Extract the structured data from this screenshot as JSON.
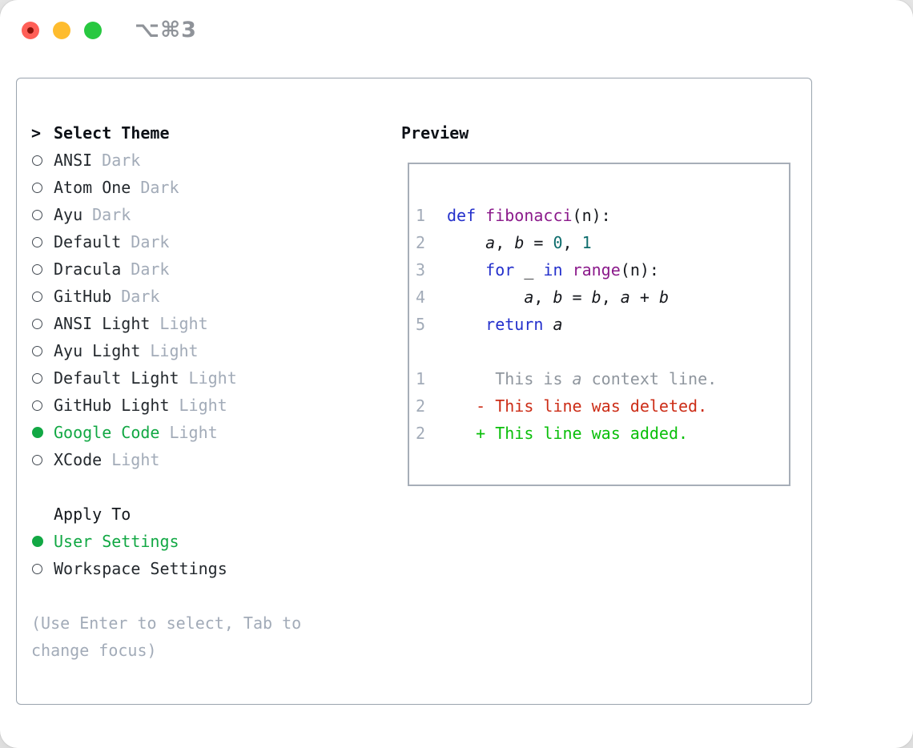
{
  "window": {
    "shortcut_label": "⌥⌘3",
    "traffic_lights": [
      "close",
      "minimize",
      "zoom"
    ]
  },
  "theme_panel": {
    "title_prefix": ">",
    "title": "Select Theme",
    "themes": [
      {
        "name": "ANSI",
        "variant": "Dark",
        "selected": false
      },
      {
        "name": "Atom One",
        "variant": "Dark",
        "selected": false
      },
      {
        "name": "Ayu",
        "variant": "Dark",
        "selected": false
      },
      {
        "name": "Default",
        "variant": "Dark",
        "selected": false
      },
      {
        "name": "Dracula",
        "variant": "Dark",
        "selected": false
      },
      {
        "name": "GitHub",
        "variant": "Dark",
        "selected": false
      },
      {
        "name": "ANSI Light",
        "variant": "Light",
        "selected": false
      },
      {
        "name": "Ayu Light",
        "variant": "Light",
        "selected": false
      },
      {
        "name": "Default Light",
        "variant": "Light",
        "selected": false
      },
      {
        "name": "GitHub Light",
        "variant": "Light",
        "selected": false
      },
      {
        "name": "Google Code",
        "variant": "Light",
        "selected": true
      },
      {
        "name": "XCode",
        "variant": "Light",
        "selected": false
      }
    ],
    "apply_to": {
      "title": "Apply To",
      "options": [
        {
          "label": "User Settings",
          "selected": true
        },
        {
          "label": "Workspace Settings",
          "selected": false
        }
      ]
    },
    "hint": "(Use Enter to select, Tab to change focus)"
  },
  "preview": {
    "title": "Preview",
    "code_lines": [
      {
        "num": "1",
        "tokens": [
          {
            "c": "kw",
            "t": "def"
          },
          {
            "c": "pl",
            "t": " "
          },
          {
            "c": "fn",
            "t": "fibonacci"
          },
          {
            "c": "pl",
            "t": "(n):"
          }
        ]
      },
      {
        "num": "2",
        "tokens": [
          {
            "c": "pl",
            "t": "    "
          },
          {
            "c": "var",
            "t": "a"
          },
          {
            "c": "pl",
            "t": ", "
          },
          {
            "c": "var",
            "t": "b"
          },
          {
            "c": "pl",
            "t": " = "
          },
          {
            "c": "num",
            "t": "0"
          },
          {
            "c": "pl",
            "t": ", "
          },
          {
            "c": "num",
            "t": "1"
          }
        ]
      },
      {
        "num": "3",
        "tokens": [
          {
            "c": "pl",
            "t": "    "
          },
          {
            "c": "kw",
            "t": "for"
          },
          {
            "c": "pl",
            "t": " _ "
          },
          {
            "c": "kw",
            "t": "in"
          },
          {
            "c": "pl",
            "t": " "
          },
          {
            "c": "fn",
            "t": "range"
          },
          {
            "c": "pl",
            "t": "(n):"
          }
        ]
      },
      {
        "num": "4",
        "tokens": [
          {
            "c": "pl",
            "t": "        "
          },
          {
            "c": "var",
            "t": "a"
          },
          {
            "c": "pl",
            "t": ", "
          },
          {
            "c": "var",
            "t": "b"
          },
          {
            "c": "pl",
            "t": " = "
          },
          {
            "c": "var",
            "t": "b"
          },
          {
            "c": "pl",
            "t": ", "
          },
          {
            "c": "var",
            "t": "a"
          },
          {
            "c": "pl",
            "t": " + "
          },
          {
            "c": "var",
            "t": "b"
          }
        ]
      },
      {
        "num": "5",
        "tokens": [
          {
            "c": "pl",
            "t": "    "
          },
          {
            "c": "kw",
            "t": "return"
          },
          {
            "c": "pl",
            "t": " "
          },
          {
            "c": "var",
            "t": "a"
          }
        ]
      }
    ],
    "diff_lines": [
      {
        "num": "1",
        "tokens": [
          {
            "c": "ctx",
            "t": "     This is "
          },
          {
            "c": "ctxi",
            "t": "a"
          },
          {
            "c": "ctx",
            "t": " context line."
          }
        ]
      },
      {
        "num": "2",
        "tokens": [
          {
            "c": "del",
            "t": "   - This line was deleted."
          }
        ]
      },
      {
        "num": "2",
        "tokens": [
          {
            "c": "add",
            "t": "   + This line was added."
          }
        ]
      }
    ]
  },
  "colors": {
    "accent_green": "#12a844",
    "diff_add_green": "#0abf0a",
    "diff_del_red": "#cc2d17",
    "code_keyword_blue": "#2430cc",
    "code_function_purple": "#8b1a8b",
    "code_number_teal": "#0e6d6d",
    "code_default": "#16181d",
    "muted_gray": "#a2abb8",
    "context_gray": "#8f969e",
    "item_text": "#24292e",
    "panel_border": "#9aa4ae",
    "preview_border": "#a7aeb8",
    "traffic_red": "#ff5f57",
    "traffic_red_dot": "#8c1209",
    "traffic_yellow": "#febc2e",
    "traffic_green": "#28c840",
    "shortcut_gray": "#8f9399"
  }
}
